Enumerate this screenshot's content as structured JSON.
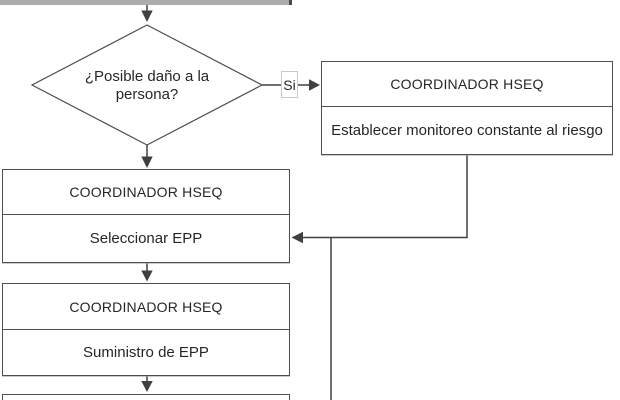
{
  "diagram": {
    "type": "flowchart",
    "language": "es",
    "decision": {
      "label": "¿Posible daño a la persona?"
    },
    "edge_labels": {
      "yes": "Si"
    },
    "boxes": [
      {
        "title": "COORDINADOR HSEQ",
        "body": "Establecer monitoreo constante al riesgo"
      },
      {
        "title": "COORDINADOR HSEQ",
        "body": "Seleccionar EPP"
      },
      {
        "title": "COORDINADOR HSEQ",
        "body": "Suministro de EPP"
      }
    ],
    "colors": {
      "line": "#404040",
      "text": "#262626",
      "box_border": "#4f4f4f",
      "top_bar": "#acacac",
      "si_label_border": "#c9c9c9",
      "background": "#ffffff"
    }
  }
}
